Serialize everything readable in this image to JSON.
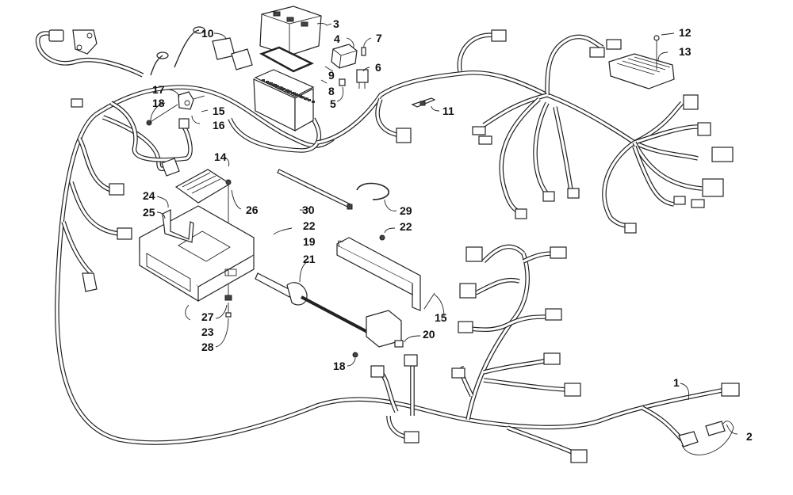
{
  "diagram": {
    "title": "Wiring Harness Assembly (exploded parts diagram)",
    "callouts": [
      {
        "id": "c1",
        "label": "1",
        "part": "main-wiring-harness"
      },
      {
        "id": "c2",
        "label": "2",
        "part": "fuse-holder-loop"
      },
      {
        "id": "c3",
        "label": "3",
        "part": "fuse-box-cover"
      },
      {
        "id": "c4",
        "label": "4",
        "part": "relay-large"
      },
      {
        "id": "c5",
        "label": "5",
        "part": "fuse-small"
      },
      {
        "id": "c6",
        "label": "6",
        "part": "relay-mini"
      },
      {
        "id": "c7",
        "label": "7",
        "part": "fuse-mini"
      },
      {
        "id": "c8",
        "label": "8",
        "part": "fuse-block-insert"
      },
      {
        "id": "c9",
        "label": "9",
        "part": "fuse-box-gasket"
      },
      {
        "id": "c10",
        "label": "10",
        "part": "connector-cap"
      },
      {
        "id": "c11",
        "label": "11",
        "part": "harness-clip"
      },
      {
        "id": "c12",
        "label": "12",
        "part": "regulator-screw"
      },
      {
        "id": "c13",
        "label": "13",
        "part": "voltage-regulator"
      },
      {
        "id": "c14",
        "label": "14",
        "part": "nut"
      },
      {
        "id": "c15a",
        "label": "15",
        "part": "screw"
      },
      {
        "id": "c15b",
        "label": "15",
        "part": "screw"
      },
      {
        "id": "c16",
        "label": "16",
        "part": "washer"
      },
      {
        "id": "c17",
        "label": "17",
        "part": "sensor-bracket"
      },
      {
        "id": "c18a",
        "label": "18",
        "part": "nut"
      },
      {
        "id": "c18b",
        "label": "18",
        "part": "nut"
      },
      {
        "id": "c19",
        "label": "19",
        "part": "actuator-bracket"
      },
      {
        "id": "c20",
        "label": "20",
        "part": "linear-actuator"
      },
      {
        "id": "c21",
        "label": "21",
        "part": "actuator-boot"
      },
      {
        "id": "c22a",
        "label": "22",
        "part": "push-rivet"
      },
      {
        "id": "c22b",
        "label": "22",
        "part": "push-rivet"
      },
      {
        "id": "c23",
        "label": "23",
        "part": "ecu-mounting-bracket"
      },
      {
        "id": "c24",
        "label": "24",
        "part": "rivet"
      },
      {
        "id": "c25",
        "label": "25",
        "part": "clip-bracket"
      },
      {
        "id": "c26",
        "label": "26",
        "part": "ecu-module"
      },
      {
        "id": "c27",
        "label": "27",
        "part": "grommet"
      },
      {
        "id": "c28",
        "label": "28",
        "part": "bolt"
      },
      {
        "id": "c29",
        "label": "29",
        "part": "hose-clamp"
      },
      {
        "id": "c30",
        "label": "30",
        "part": "cable-tie"
      }
    ]
  }
}
